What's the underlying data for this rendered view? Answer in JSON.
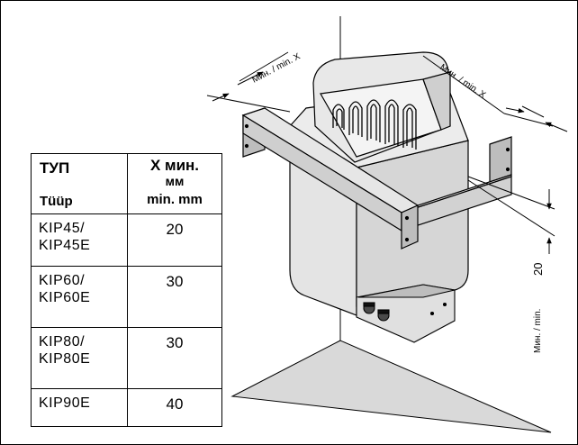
{
  "table": {
    "header": {
      "type_ru": "ТУП",
      "type_et": "Tüüp",
      "x_ru": "X мин.",
      "x_unit_ru": "мм",
      "x_en": "min. mm"
    },
    "rows": [
      {
        "model_line1": "KIP45/",
        "model_line2": "KIP45E",
        "value": "20"
      },
      {
        "model_line1": "KIP60/",
        "model_line2": "KIP60E",
        "value": "30"
      },
      {
        "model_line1": "KIP80/",
        "model_line2": "KIP80E",
        "value": "30"
      },
      {
        "model_line1": "KIP90E",
        "model_line2": "",
        "value": "40"
      }
    ]
  },
  "diagram": {
    "label_front": "Мин. / min. X",
    "label_right": "Мин. / min. X",
    "label_vertical": "Мин. / min.",
    "label_vertical_value": "20"
  }
}
